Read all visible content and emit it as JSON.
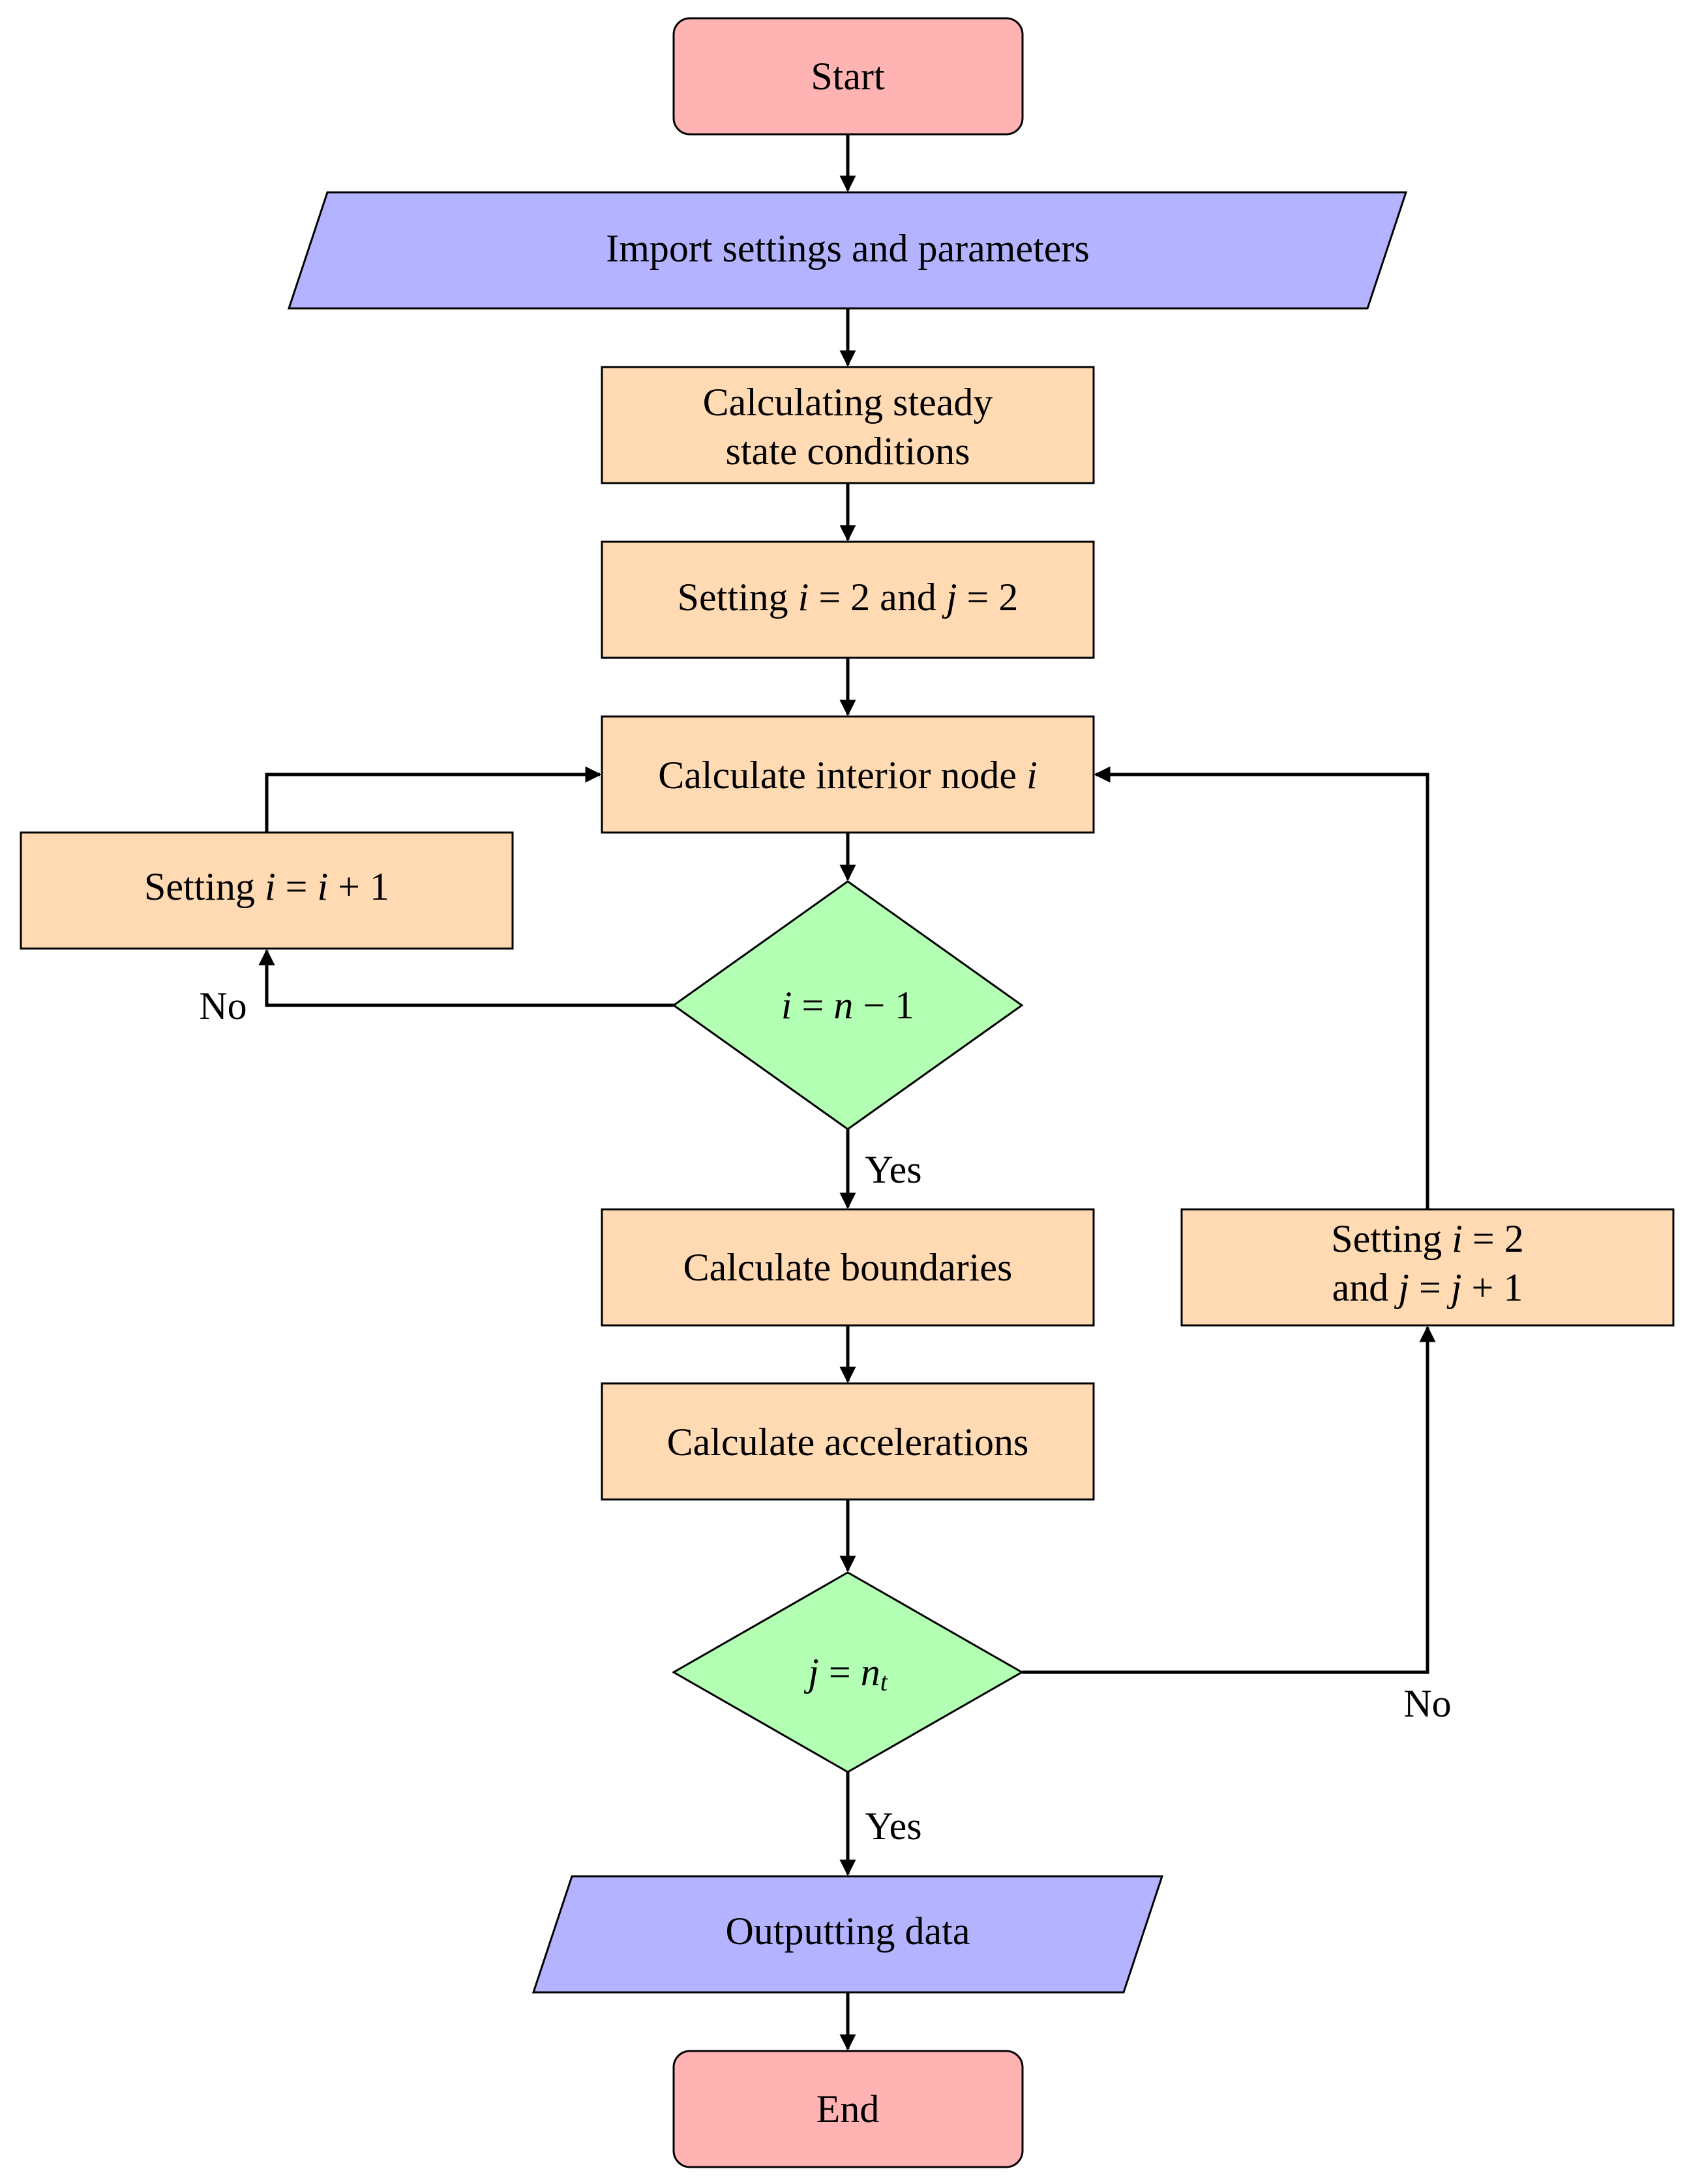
{
  "colors": {
    "terminal": "#ffb3b3",
    "io": "#b3b3ff",
    "process": "#ffdab3",
    "decision": "#b3ffb3",
    "stroke": "#000000"
  },
  "nodes": {
    "start": "Start",
    "import": "Import settings and parameters",
    "steady_line1": "Calculating steady",
    "steady_line2": "state conditions",
    "set_init": {
      "t1": "Setting ",
      "v1": "i",
      "t2": " = 2 and ",
      "v2": "j",
      "t3": " = 2"
    },
    "interior": {
      "t1": "Calculate interior node ",
      "v1": "i"
    },
    "inc_i": {
      "t1": "Setting ",
      "v1": "i",
      "t2": " = ",
      "v2": "i",
      "t3": " + 1"
    },
    "decision_i": {
      "v1": "i",
      "t1": " = ",
      "v2": "n",
      "t2": " − 1"
    },
    "boundaries": "Calculate boundaries",
    "accelerations": "Calculate accelerations",
    "decision_j": {
      "v1": "j",
      "t1": " = ",
      "v2": "n",
      "sub": "t"
    },
    "reset": {
      "l1_t1": "Setting ",
      "l1_v1": "i",
      "l1_t2": " = 2",
      "l2_t1": "and ",
      "l2_v1": "j",
      "l2_t2": " = ",
      "l2_v2": "j",
      "l2_t3": " + 1"
    },
    "output": "Outputting data",
    "end": "End"
  },
  "edges": {
    "no_i": "No",
    "yes_i": "Yes",
    "no_j": "No",
    "yes_j": "Yes"
  }
}
